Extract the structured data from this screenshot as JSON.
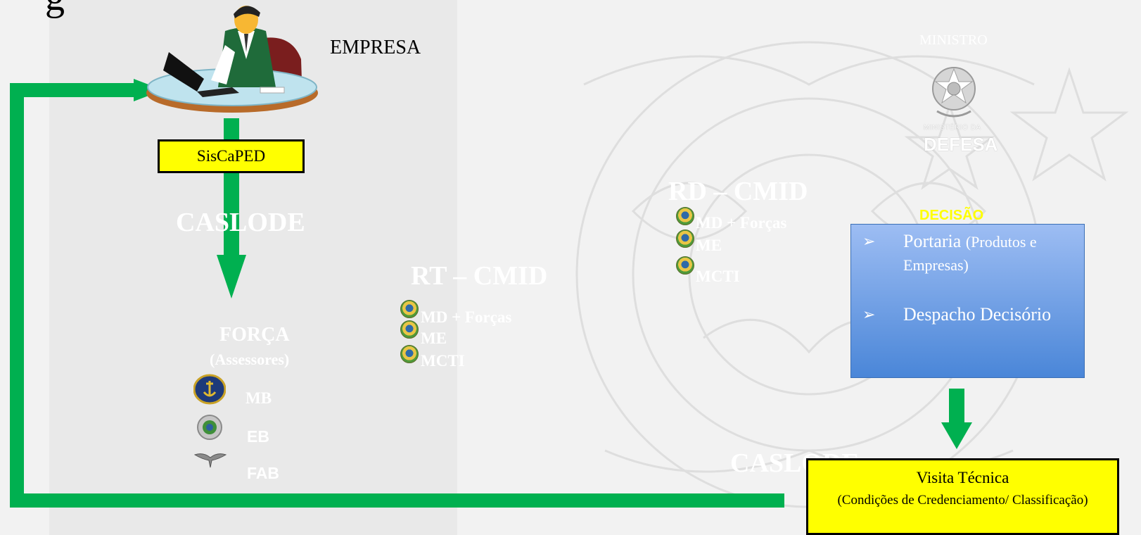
{
  "colors": {
    "arrow_green": "#00b050",
    "highlight_yellow": "#ffff00",
    "decision_yellow": "#ffff00",
    "box_blue_top": "#9dbdf3",
    "box_blue_bottom": "#4a86d8"
  },
  "empresa": {
    "label": "EMPRESA",
    "icon": "person-at-laptop-icon"
  },
  "siscaped": {
    "label": "SisCaPED"
  },
  "caslode_top": {
    "label": "CASLODE"
  },
  "forca": {
    "title": "FORÇA",
    "subtitle": "(Assessores)",
    "items": [
      {
        "label": "MB",
        "icon": "navy-emblem-icon"
      },
      {
        "label": "EB",
        "icon": "army-emblem-icon"
      },
      {
        "label": "FAB",
        "icon": "airforce-emblem-icon"
      }
    ]
  },
  "rt_cmid": {
    "title": "RT – CMID",
    "items": [
      "MD + Forças",
      "ME",
      "MCTI"
    ]
  },
  "rd_cmid": {
    "title": "RD – CMID",
    "items": [
      "MD + Forças",
      "ME",
      "MCTI"
    ]
  },
  "ministro": {
    "label": "MINISTRO",
    "logo_text_top": "MINISTÉRIO DA",
    "logo_text_bottom": "DEFESA"
  },
  "decisao": {
    "title": "DECISÃO",
    "items": [
      {
        "main": "Portaria",
        "detail": "(Produtos e Empresas)"
      },
      {
        "main": "Despacho Decisório",
        "detail": ""
      }
    ]
  },
  "caslode_bottom": {
    "label": "CASLODE"
  },
  "visita": {
    "title": "Visita Técnica",
    "subtitle": "(Condições de Credenciamento/ Classificação)"
  },
  "corner_text": "g"
}
